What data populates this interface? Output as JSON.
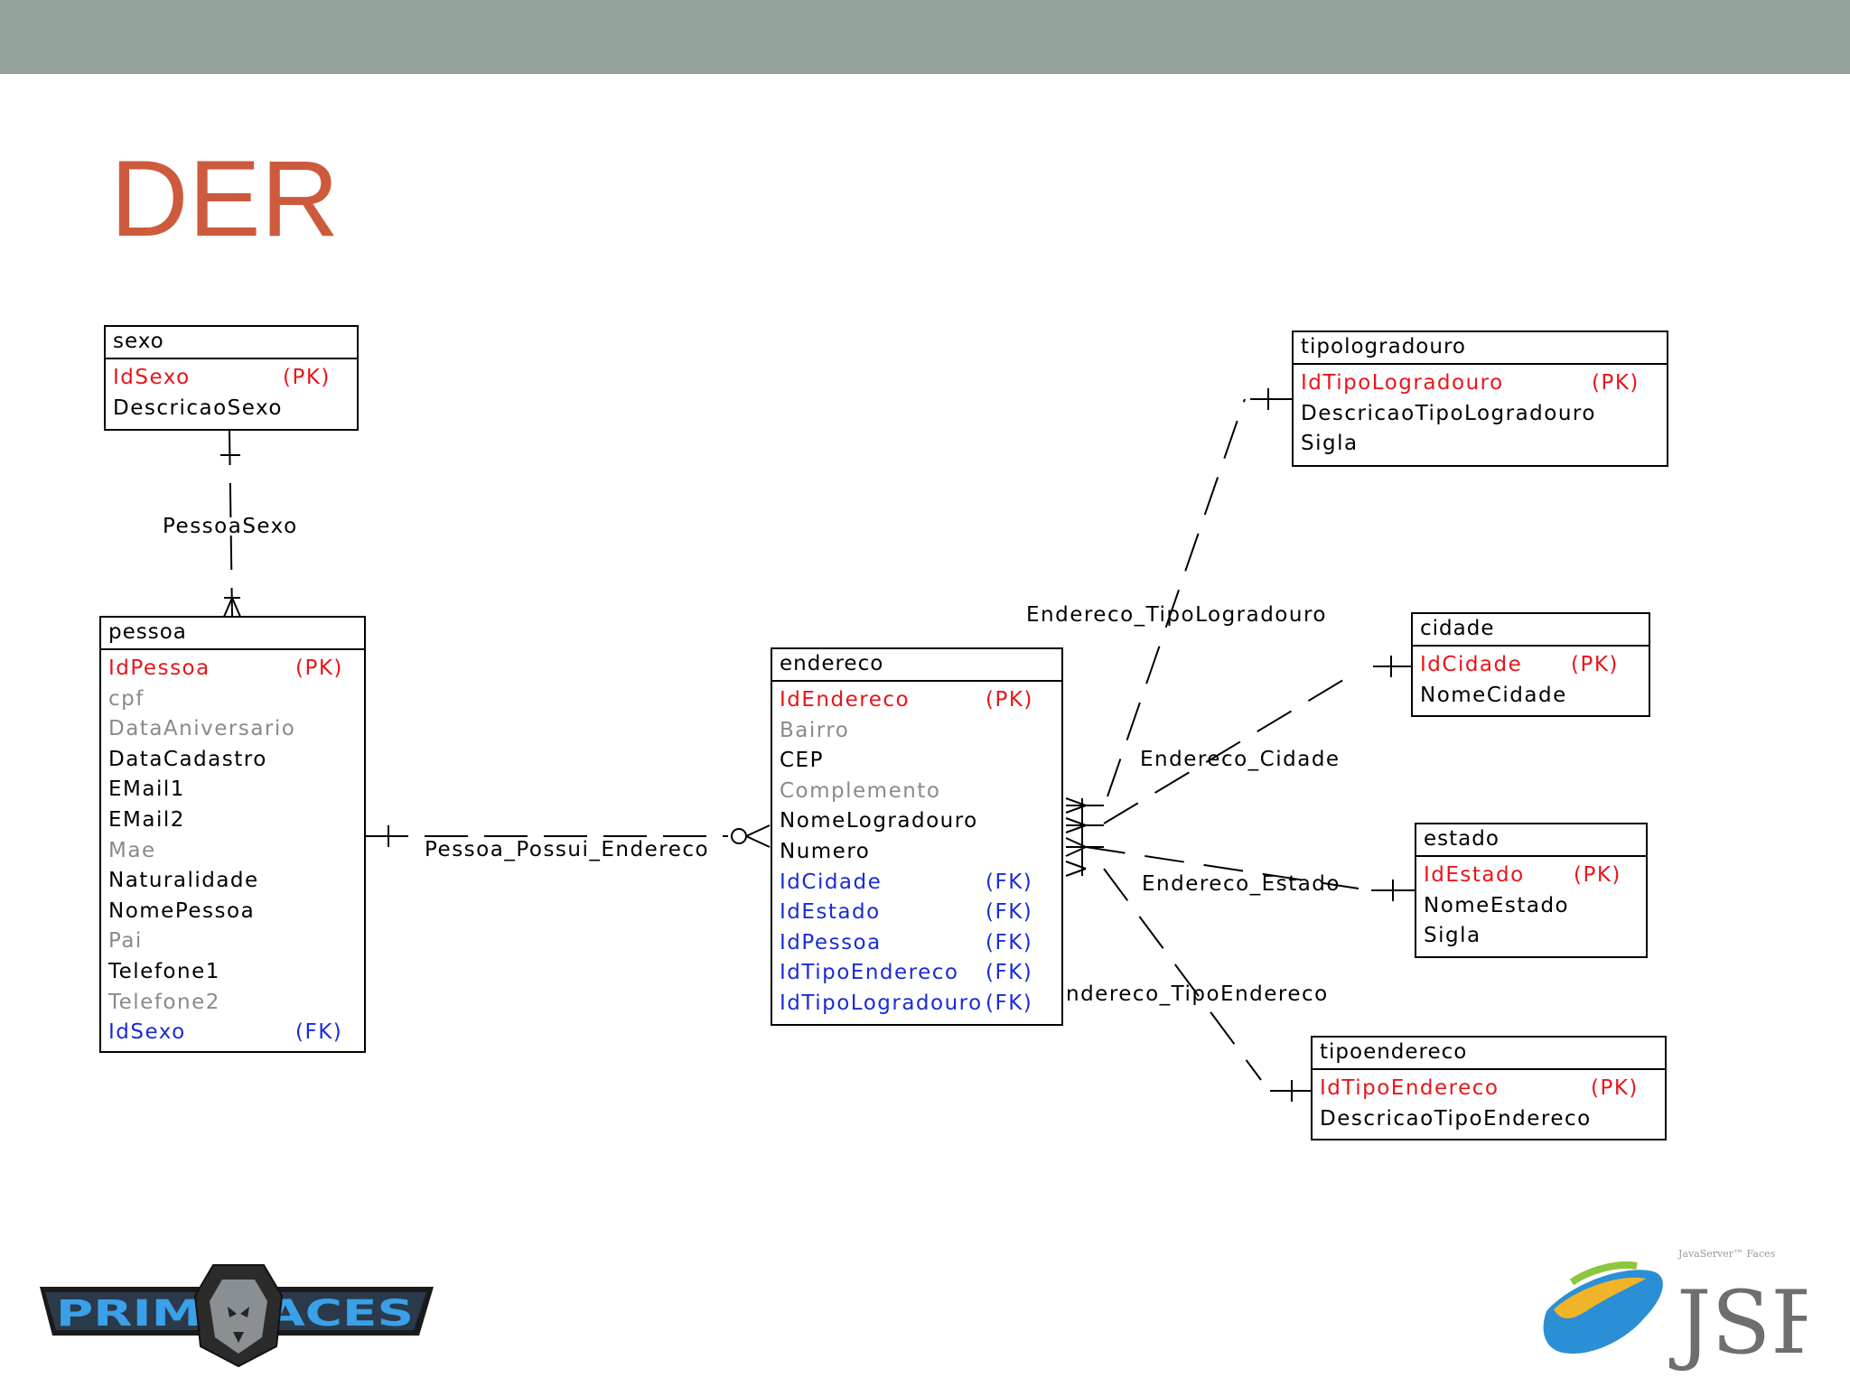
{
  "slide": {
    "title": "DER"
  },
  "entities": {
    "sexo": {
      "name": "sexo",
      "attrs": [
        {
          "name": "IdSexo",
          "key": "(PK)",
          "kind": "pk"
        },
        {
          "name": "DescricaoSexo",
          "key": "",
          "kind": "req"
        }
      ]
    },
    "pessoa": {
      "name": "pessoa",
      "attrs": [
        {
          "name": "IdPessoa",
          "key": "(PK)",
          "kind": "pk"
        },
        {
          "name": "cpf",
          "key": "",
          "kind": "opt"
        },
        {
          "name": "DataAniversario",
          "key": "",
          "kind": "opt"
        },
        {
          "name": "DataCadastro",
          "key": "",
          "kind": "req"
        },
        {
          "name": "EMail1",
          "key": "",
          "kind": "req"
        },
        {
          "name": "EMail2",
          "key": "",
          "kind": "req"
        },
        {
          "name": "Mae",
          "key": "",
          "kind": "opt"
        },
        {
          "name": "Naturalidade",
          "key": "",
          "kind": "req"
        },
        {
          "name": "NomePessoa",
          "key": "",
          "kind": "req"
        },
        {
          "name": "Pai",
          "key": "",
          "kind": "opt"
        },
        {
          "name": "Telefone1",
          "key": "",
          "kind": "req"
        },
        {
          "name": "Telefone2",
          "key": "",
          "kind": "opt"
        },
        {
          "name": "IdSexo",
          "key": "(FK)",
          "kind": "fk"
        }
      ]
    },
    "endereco": {
      "name": "endereco",
      "attrs": [
        {
          "name": "IdEndereco",
          "key": "(PK)",
          "kind": "pk"
        },
        {
          "name": "Bairro",
          "key": "",
          "kind": "opt"
        },
        {
          "name": "CEP",
          "key": "",
          "kind": "req"
        },
        {
          "name": "Complemento",
          "key": "",
          "kind": "opt"
        },
        {
          "name": "NomeLogradouro",
          "key": "",
          "kind": "req"
        },
        {
          "name": "Numero",
          "key": "",
          "kind": "req"
        },
        {
          "name": "IdCidade",
          "key": "(FK)",
          "kind": "fk"
        },
        {
          "name": "IdEstado",
          "key": "(FK)",
          "kind": "fk"
        },
        {
          "name": "IdPessoa",
          "key": "(FK)",
          "kind": "fk"
        },
        {
          "name": "IdTipoEndereco",
          "key": "(FK)",
          "kind": "fk"
        },
        {
          "name": "IdTipoLogradouro",
          "key": "(FK)",
          "kind": "fk"
        }
      ]
    },
    "tipologradouro": {
      "name": "tipologradouro",
      "attrs": [
        {
          "name": "IdTipoLogradouro",
          "key": "(PK)",
          "kind": "pk"
        },
        {
          "name": "DescricaoTipoLogradouro",
          "key": "",
          "kind": "req"
        },
        {
          "name": "Sigla",
          "key": "",
          "kind": "req"
        }
      ]
    },
    "cidade": {
      "name": "cidade",
      "attrs": [
        {
          "name": "IdCidade",
          "key": "(PK)",
          "kind": "pk"
        },
        {
          "name": "NomeCidade",
          "key": "",
          "kind": "req"
        }
      ]
    },
    "estado": {
      "name": "estado",
      "attrs": [
        {
          "name": "IdEstado",
          "key": "(PK)",
          "kind": "pk"
        },
        {
          "name": "NomeEstado",
          "key": "",
          "kind": "req"
        },
        {
          "name": "Sigla",
          "key": "",
          "kind": "req"
        }
      ]
    },
    "tipoendereco": {
      "name": "tipoendereco",
      "attrs": [
        {
          "name": "IdTipoEndereco",
          "key": "(PK)",
          "kind": "pk"
        },
        {
          "name": "DescricaoTipoEndereco",
          "key": "",
          "kind": "req"
        }
      ]
    }
  },
  "relationships": {
    "pessoa_sexo": "PessoaSexo",
    "pessoa_possui_endereco": "Pessoa_Possui_Endereco",
    "endereco_tipologradouro": "Endereco_TipoLogradouro",
    "endereco_cidade": "Endereco_Cidade",
    "endereco_estado": "Endereco_Estado",
    "endereco_tipoendereco": "ndereco_TipoEndereco"
  },
  "logos": {
    "left": "PRIMEFACES",
    "right": "JSF"
  },
  "colors": {
    "topbar": "#94a39a",
    "title": "#cd5a3c",
    "pk": "#e8151a",
    "fk": "#1a2bd6",
    "optional": "#8a8a8a"
  }
}
